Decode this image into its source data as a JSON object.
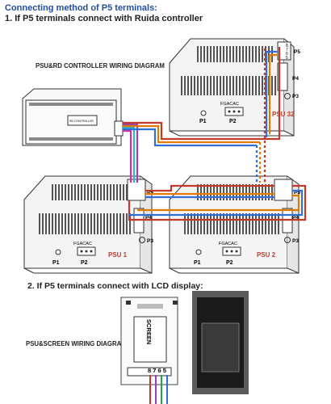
{
  "heading": "Connecting method of P5 terminals:",
  "section1": "1.  If P5 terminals connect with Ruida controller",
  "section2": "2.   If P5 terminals connect with LCD display:",
  "diagram1_caption": "PSU&RD CONTROLLER WIRING DIAGRAM",
  "diagram2_caption": "PSU&SCREEN WIRING DIAGRAM",
  "controller_label": "RD CONTROLLER",
  "psu32": {
    "name": "PSU 32",
    "p1": "P1",
    "p2": "P2",
    "p2_pins": "FGACAC",
    "p3": "P3",
    "p4": "P4",
    "p5": "P5",
    "p5_pins": [
      "8",
      "7",
      "6",
      "5"
    ]
  },
  "psu1": {
    "name": "PSU 1",
    "p1": "P1",
    "p2": "P2",
    "p2_pins": "FGACAC",
    "p3": "P3",
    "p4": "P4",
    "p5": "P5"
  },
  "psu2": {
    "name": "PSU 2",
    "p1": "P1",
    "p2": "P2",
    "p2_pins": "FGACAC",
    "p3": "P3",
    "p4": "P4",
    "p5": "P5"
  },
  "screen": {
    "label": "SCREEN",
    "pins": "8 7 6 5"
  },
  "colors": {
    "heading": "#1f4e9c",
    "psu_name": "#c0392b",
    "wire_red": "#c0392b",
    "wire_blue": "#2f6fd6",
    "wire_orange": "#e07b00",
    "wire_purple": "#9b3fb5",
    "wire_cyan": "#2bb7c9",
    "wire_green": "#2e9e45"
  }
}
